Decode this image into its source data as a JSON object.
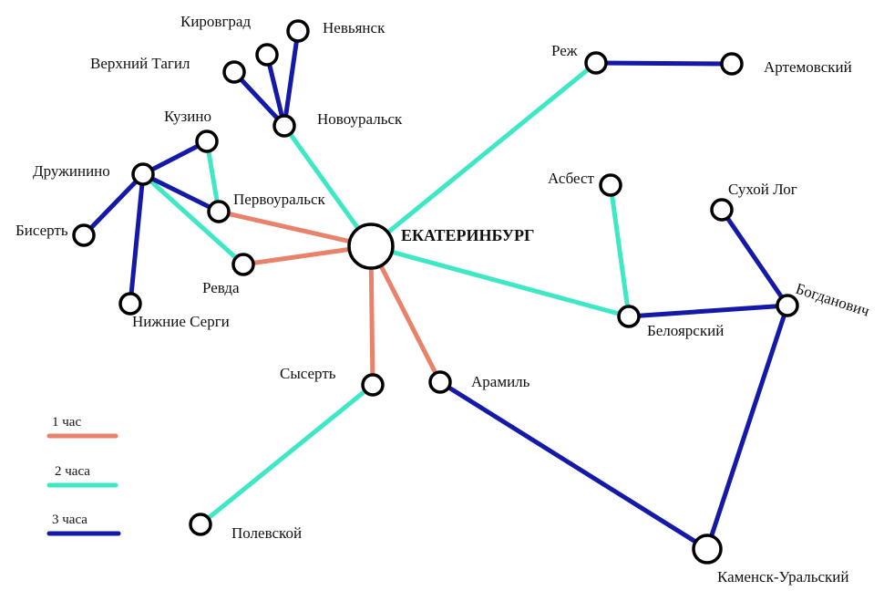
{
  "colors": {
    "t1": "#e8826a",
    "t2": "#3ee8c4",
    "t3": "#1419a8"
  },
  "legend": [
    {
      "tier": "t1",
      "label": "1 час"
    },
    {
      "tier": "t2",
      "label": "2 часа"
    },
    {
      "tier": "t3",
      "label": "3 часа"
    }
  ],
  "cities": {
    "ekb": "ЕКАТЕРИНБУРГ",
    "kirovgrad": "Кировград",
    "nevyansk": "Невьянск",
    "vtagil": "Верхний Тагил",
    "novouralsk": "Новоуральск",
    "kuzino": "Кузино",
    "druzhinino": "Дружинино",
    "pervouralsk": "Первоуральск",
    "bisert": "Бисерть",
    "revda": "Ревда",
    "nserg": "Нижние Серги",
    "rezh": "Реж",
    "artem": "Артемовский",
    "asbest": "Асбест",
    "slog": "Сухой Лог",
    "bogdan": "Богданович",
    "beloyar": "Белоярский",
    "sysert": "Сысерть",
    "aramil": "Арамиль",
    "polevskoy": "Полевской",
    "kamensk": "Каменск-Уральский"
  },
  "edges": [
    {
      "from": "ekb",
      "to": "pervouralsk",
      "tier": "t1"
    },
    {
      "from": "ekb",
      "to": "revda",
      "tier": "t1"
    },
    {
      "from": "ekb",
      "to": "sysert",
      "tier": "t1"
    },
    {
      "from": "ekb",
      "to": "aramil",
      "tier": "t1"
    },
    {
      "from": "ekb",
      "to": "novouralsk",
      "tier": "t2"
    },
    {
      "from": "ekb",
      "to": "rezh",
      "tier": "t2"
    },
    {
      "from": "ekb",
      "to": "beloyar",
      "tier": "t2"
    },
    {
      "from": "asbest",
      "to": "beloyar",
      "tier": "t2"
    },
    {
      "from": "kuzino",
      "to": "pervouralsk",
      "tier": "t2"
    },
    {
      "from": "druzhinino",
      "to": "revda",
      "tier": "t2"
    },
    {
      "from": "sysert",
      "to": "polevskoy",
      "tier": "t2"
    },
    {
      "from": "novouralsk",
      "to": "kirovgrad",
      "tier": "t3"
    },
    {
      "from": "novouralsk",
      "to": "nevyansk",
      "tier": "t3"
    },
    {
      "from": "novouralsk",
      "to": "vtagil",
      "tier": "t3"
    },
    {
      "from": "druzhinino",
      "to": "kuzino",
      "tier": "t3"
    },
    {
      "from": "druzhinino",
      "to": "pervouralsk",
      "tier": "t3"
    },
    {
      "from": "druzhinino",
      "to": "bisert",
      "tier": "t3"
    },
    {
      "from": "druzhinino",
      "to": "nserg",
      "tier": "t3"
    },
    {
      "from": "rezh",
      "to": "artem",
      "tier": "t3"
    },
    {
      "from": "beloyar",
      "to": "bogdan",
      "tier": "t3"
    },
    {
      "from": "slog",
      "to": "bogdan",
      "tier": "t3"
    },
    {
      "from": "bogdan",
      "to": "kamensk",
      "tier": "t3"
    },
    {
      "from": "aramil",
      "to": "kamensk",
      "tier": "t3"
    }
  ]
}
